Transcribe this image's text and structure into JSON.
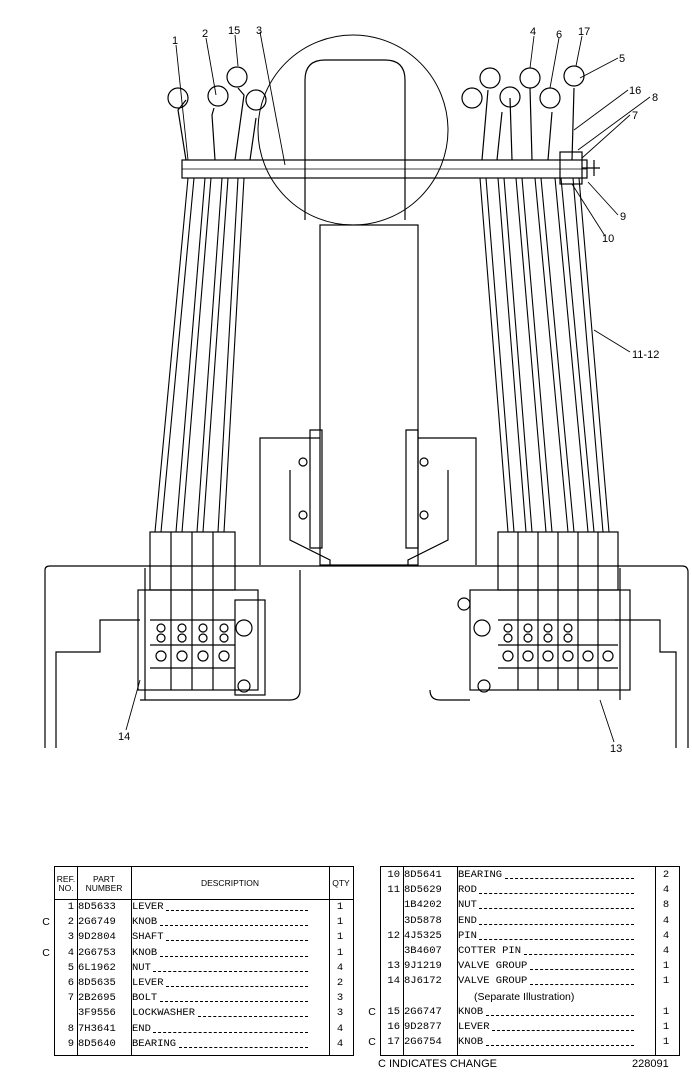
{
  "callouts": [
    "1",
    "2",
    "15",
    "3",
    "4",
    "6",
    "17",
    "5",
    "16",
    "8",
    "7",
    "9",
    "10",
    "11-12",
    "14",
    "13"
  ],
  "table_headers": {
    "ref_no": "REF. NO.",
    "part_number": "PART NUMBER",
    "description": "DESCRIPTION",
    "qty": "QTY"
  },
  "left_rows": [
    {
      "c": "",
      "ref": "1",
      "pn": "8D5633",
      "desc": "LEVER",
      "qty": "1"
    },
    {
      "c": "C",
      "ref": "2",
      "pn": "2G6749",
      "desc": "KNOB",
      "qty": "1"
    },
    {
      "c": "",
      "ref": "3",
      "pn": "9D2804",
      "desc": "SHAFT",
      "qty": "1"
    },
    {
      "c": "C",
      "ref": "4",
      "pn": "2G6753",
      "desc": "KNOB",
      "qty": "1"
    },
    {
      "c": "",
      "ref": "5",
      "pn": "6L1962",
      "desc": "NUT",
      "qty": "4"
    },
    {
      "c": "",
      "ref": "6",
      "pn": "8D5635",
      "desc": "LEVER",
      "qty": "2"
    },
    {
      "c": "",
      "ref": "7",
      "pn": "2B2695",
      "desc": "BOLT",
      "qty": "3"
    },
    {
      "c": "",
      "ref": "",
      "pn": "3F9556",
      "desc": "LOCKWASHER",
      "qty": "3"
    },
    {
      "c": "",
      "ref": "8",
      "pn": "7H3641",
      "desc": "END",
      "qty": "4"
    },
    {
      "c": "",
      "ref": "9",
      "pn": "8D5640",
      "desc": "BEARING",
      "qty": "4"
    }
  ],
  "right_rows": [
    {
      "c": "",
      "ref": "10",
      "pn": "8D5641",
      "desc": "BEARING",
      "qty": "2"
    },
    {
      "c": "",
      "ref": "11",
      "pn": "8D5629",
      "desc": "ROD",
      "qty": "4"
    },
    {
      "c": "",
      "ref": "",
      "pn": "1B4202",
      "desc": "NUT",
      "qty": "8"
    },
    {
      "c": "",
      "ref": "",
      "pn": "3D5878",
      "desc": "END",
      "qty": "4"
    },
    {
      "c": "",
      "ref": "12",
      "pn": "4J5325",
      "desc": "PIN",
      "qty": "4"
    },
    {
      "c": "",
      "ref": "",
      "pn": "3B4607",
      "desc": "COTTER PIN",
      "qty": "4"
    },
    {
      "c": "",
      "ref": "13",
      "pn": "9J1219",
      "desc": "VALVE GROUP",
      "qty": "1"
    },
    {
      "c": "",
      "ref": "14",
      "pn": "8J6172",
      "desc": "VALVE GROUP",
      "qty": "1"
    },
    {
      "c": "",
      "ref": "",
      "pn": "",
      "desc": "(Separate Illustration)",
      "qty": ""
    },
    {
      "c": "C",
      "ref": "15",
      "pn": "2G6747",
      "desc": "KNOB",
      "qty": "1"
    },
    {
      "c": "",
      "ref": "16",
      "pn": "9D2877",
      "desc": "LEVER",
      "qty": "1"
    },
    {
      "c": "C",
      "ref": "17",
      "pn": "2G6754",
      "desc": "KNOB",
      "qty": "1"
    }
  ],
  "footer": {
    "change_note": "C  INDICATES CHANGE",
    "figure_id": "228091"
  }
}
